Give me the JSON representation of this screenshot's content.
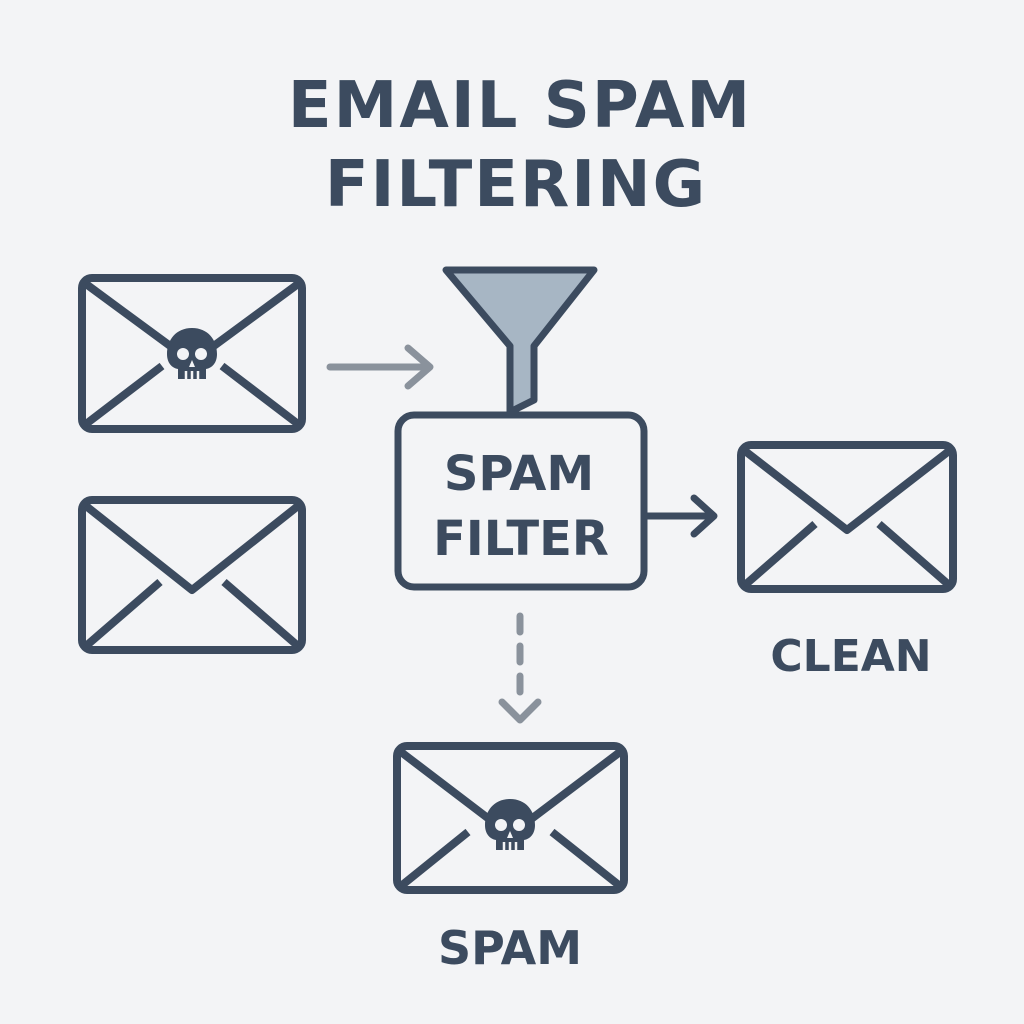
{
  "title": {
    "line1": "EMAIL SPAM",
    "line2": "FILTERING"
  },
  "filter": {
    "line1": "SPAM",
    "line2": "FILTER",
    "icon": "funnel-icon"
  },
  "outputs": {
    "clean_label": "CLEAN",
    "spam_label": "SPAM"
  },
  "icons": {
    "spam_email": "envelope-skull-icon",
    "clean_email": "envelope-icon"
  },
  "colors": {
    "background": "#f3f4f6",
    "stroke": "#3c4b5f",
    "arrow_light": "#8a929c",
    "funnel_fill": "#a7b6c4"
  }
}
